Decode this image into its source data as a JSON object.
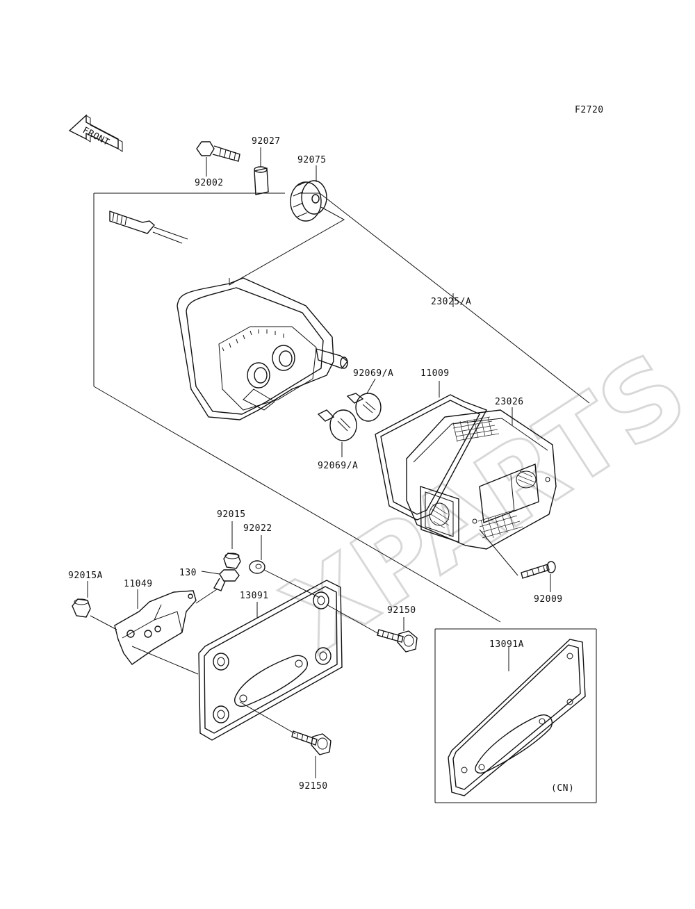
{
  "figure_code": "F2720",
  "front_arrow_label": "FRONT",
  "watermark": "XPARTS",
  "variant_note": "(CN)",
  "parts": [
    {
      "id": "p-92002",
      "label": "92002"
    },
    {
      "id": "p-92027",
      "label": "92027"
    },
    {
      "id": "p-92075",
      "label": "92075"
    },
    {
      "id": "p-23025A",
      "label": "23025/A"
    },
    {
      "id": "p-92069A-1",
      "label": "92069/A"
    },
    {
      "id": "p-11009",
      "label": "11009"
    },
    {
      "id": "p-23026",
      "label": "23026"
    },
    {
      "id": "p-92069A-2",
      "label": "92069/A"
    },
    {
      "id": "p-92015",
      "label": "92015"
    },
    {
      "id": "p-92022",
      "label": "92022"
    },
    {
      "id": "p-130",
      "label": "130"
    },
    {
      "id": "p-92015A",
      "label": "92015A"
    },
    {
      "id": "p-11049",
      "label": "11049"
    },
    {
      "id": "p-13091",
      "label": "13091"
    },
    {
      "id": "p-92150-1",
      "label": "92150"
    },
    {
      "id": "p-92009",
      "label": "92009"
    },
    {
      "id": "p-13091A",
      "label": "13091A"
    },
    {
      "id": "p-92150-2",
      "label": "92150"
    }
  ]
}
